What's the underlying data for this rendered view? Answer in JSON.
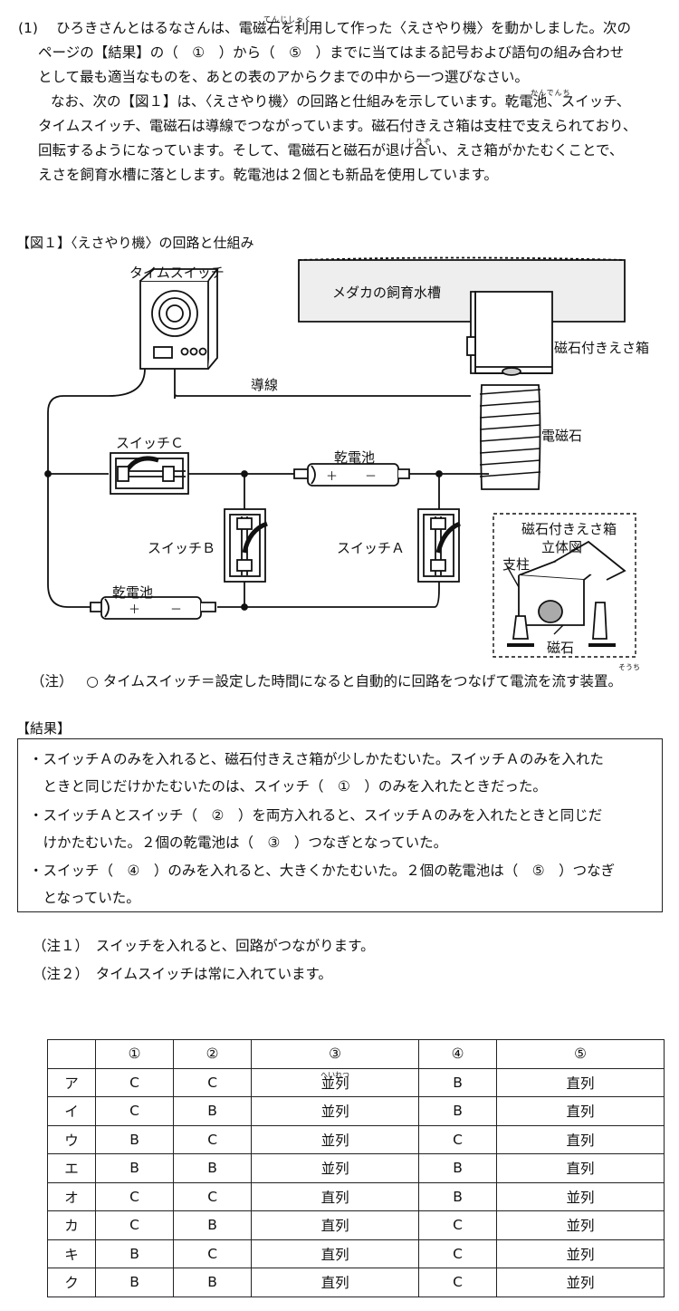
{
  "question": {
    "number": "(1)",
    "lines": [
      "ひろきさんとはるなさんは、電磁石を利用して作った〈えさやり機〉を動かしました。次の",
      "ページの【結果】の（　①　）から（　⑤　）までに当てはまる記号および語句の組み合わせ",
      "として最も適当なものを、あとの表のアからクまでの中から一つ選びなさい。",
      "なお、次の【図１】は、〈えさやり機〉の回路と仕組みを示しています。乾電池、スイッチ、",
      "タイムスイッチ、電磁石は導線でつながっています。磁石付きえさ箱は支柱で支えられており、",
      "回転するようになっています。そして、電磁石と磁石が退け合い、えさ箱がかたむくことで、",
      "えさを飼育水槽に落とします。乾電池は２個とも新品を使用しています。"
    ],
    "ruby": {
      "denjishaku": "てんじしゃく",
      "kandenchi": "かんでんち",
      "shirizo": "しりぞ"
    }
  },
  "figure": {
    "title": "【図１】〈えさやり機〉の回路と仕組み",
    "labels": {
      "time_switch": "タイムスイッチ",
      "tank": "メダカの飼育水槽",
      "feed_box": "磁石付きえさ箱",
      "wire": "導線",
      "electromagnet": "電磁石",
      "switch_c": "スイッチＣ",
      "battery_top": "乾電池",
      "switch_b": "スイッチＢ",
      "switch_a": "スイッチＡ",
      "battery_bottom": "乾電池",
      "inset_title_1": "磁石付きえさ箱",
      "inset_title_2": "立体図",
      "post": "支柱",
      "magnet": "磁石",
      "plus": "＋",
      "minus": "－"
    },
    "note_prefix": "（注）",
    "note_text": "○ タイムスイッチ＝設定した時間になると自動的に回路をつなげて電流を流す装置。",
    "note_ruby": "そうち"
  },
  "result": {
    "title": "【結果】",
    "lines": [
      "・スイッチＡのみを入れると、磁石付きえさ箱が少しかたむいた。スイッチＡのみを入れた",
      "　ときと同じだけかたむいたのは、スイッチ（　①　）のみを入れたときだった。",
      "・スイッチＡとスイッチ（　②　）を両方入れると、スイッチＡのみを入れたときと同じだ",
      "　けかたむいた。２個の乾電池は（　③　）つなぎとなっていた。",
      "・スイッチ（　④　）のみを入れると、大きくかたむいた。２個の乾電池は（　⑤　）つなぎ",
      "　となっていた。"
    ]
  },
  "notes": [
    "（注１）　スイッチを入れると、回路がつながります。",
    "（注２）　タイムスイッチは常に入れています。"
  ],
  "table": {
    "headers": [
      "",
      "①",
      "②",
      "③",
      "④",
      "⑤"
    ],
    "rows": [
      [
        "ア",
        "C",
        "C",
        "並列",
        "B",
        "直列"
      ],
      [
        "イ",
        "C",
        "B",
        "並列",
        "B",
        "直列"
      ],
      [
        "ウ",
        "B",
        "C",
        "並列",
        "C",
        "直列"
      ],
      [
        "エ",
        "B",
        "B",
        "並列",
        "B",
        "直列"
      ],
      [
        "オ",
        "C",
        "C",
        "直列",
        "B",
        "並列"
      ],
      [
        "カ",
        "C",
        "B",
        "直列",
        "C",
        "並列"
      ],
      [
        "キ",
        "B",
        "C",
        "直列",
        "C",
        "並列"
      ],
      [
        "ク",
        "B",
        "B",
        "直列",
        "C",
        "並列"
      ]
    ],
    "heiretsu_ruby": "へいれつ"
  }
}
